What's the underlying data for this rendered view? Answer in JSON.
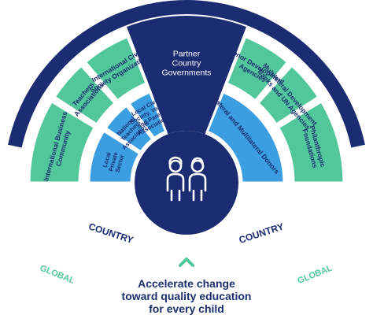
{
  "colors": {
    "navy": "#1b2c72",
    "outer_green": "#52c79b",
    "inner_blue": "#3a9ee0",
    "outer_ring": "#1b2c72",
    "white": "#ffffff"
  },
  "center": {
    "wedge_label": "Partner Country Governments",
    "wedge_lines": [
      "Partner",
      "Country",
      "Governments"
    ],
    "icon": "two-children-icon"
  },
  "global_ring": {
    "label": "GLOBAL",
    "segments_left": [
      {
        "lines": [
          "International Business",
          "Community"
        ]
      },
      {
        "lines": [
          "Teachers",
          "Associations"
        ]
      },
      {
        "lines": [
          "International Civil",
          "Society Organizations"
        ]
      }
    ],
    "segments_right": [
      {
        "lines": [
          "Donor Development",
          "Agencies"
        ]
      },
      {
        "lines": [
          "Multilateral Development",
          "Banks and UN Agencies"
        ]
      },
      {
        "lines": [
          "Philanthropic",
          "Foundations"
        ]
      }
    ]
  },
  "country_ring": {
    "label": "COUNTRY",
    "segments_left": [
      {
        "lines": [
          "Local",
          "Private",
          "Sector"
        ]
      },
      {
        "lines": [
          "National",
          "Teachers",
          "Associations"
        ]
      },
      {
        "lines": [
          "Local Civil",
          "Society, Youth",
          "and Parent",
          "Associations"
        ]
      }
    ],
    "segments_right": [
      {
        "lines": [
          "Bilateral and Multilateral Donors"
        ]
      }
    ]
  },
  "caption": {
    "arrow_icon": "chevron-up-icon",
    "lines": [
      "Accelerate change",
      "toward quality education",
      "for every child"
    ]
  }
}
